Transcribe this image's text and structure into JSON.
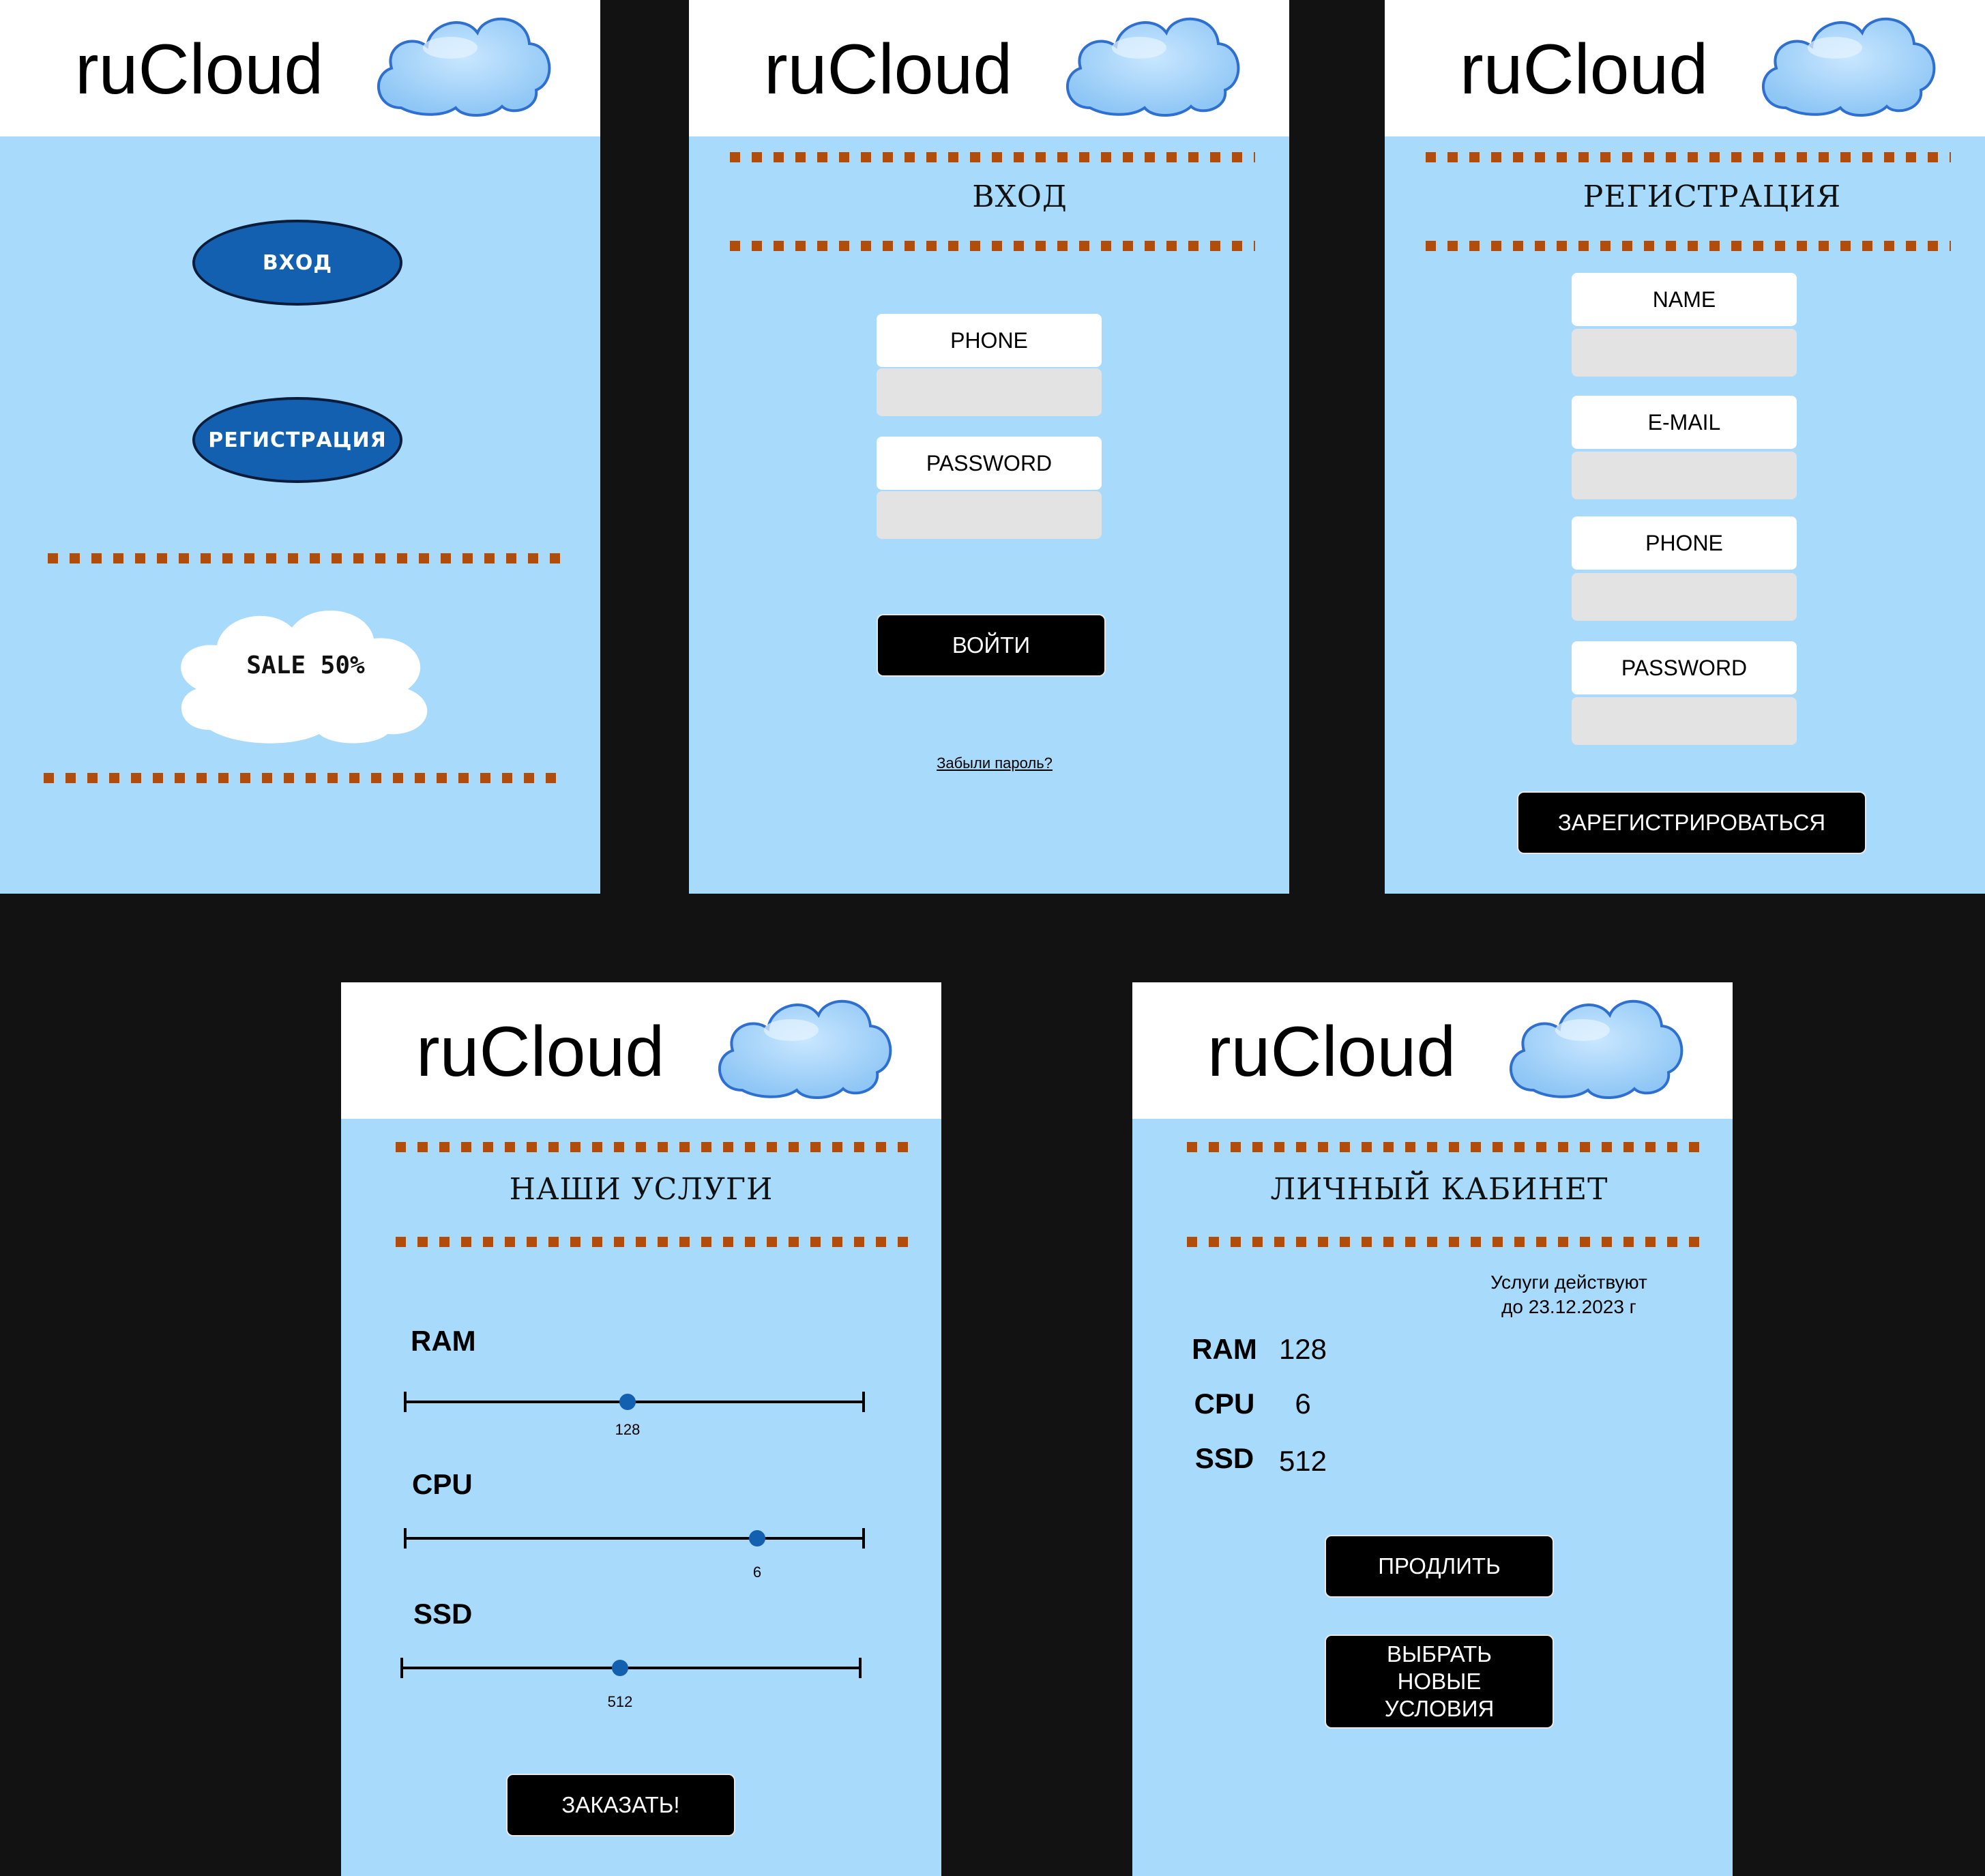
{
  "brand": "ruCloud",
  "colors": {
    "sky": "#a8dafc",
    "brand_blue": "#1460b0",
    "dots": "#b04d0c",
    "input_bg": "#e3e3e3"
  },
  "screen_welcome": {
    "login_button": "ВХОД",
    "register_button": "РЕГИСТРАЦИЯ",
    "promo": "SALE 50%"
  },
  "screen_login": {
    "title": "ВХОД",
    "fields": [
      {
        "label": "PHONE",
        "value": ""
      },
      {
        "label": "PASSWORD",
        "value": ""
      }
    ],
    "submit": "ВОЙТИ",
    "forgot": "Забыли пароль?"
  },
  "screen_register": {
    "title": "РЕГИСТРАЦИЯ",
    "fields": [
      {
        "label": "NAME",
        "value": ""
      },
      {
        "label": "E-MAIL",
        "value": ""
      },
      {
        "label": "PHONE",
        "value": ""
      },
      {
        "label": "PASSWORD",
        "value": ""
      }
    ],
    "submit": "ЗАРЕГИСТРИРОВАТЬСЯ"
  },
  "screen_services": {
    "title": "НАШИ УСЛУГИ",
    "sliders": [
      {
        "label": "RAM",
        "value": "128",
        "position": 0.48
      },
      {
        "label": "CPU",
        "value": "6",
        "position": 0.77
      },
      {
        "label": "SSD",
        "value": "512",
        "position": 0.47
      }
    ],
    "order_button": "ЗАКАЗАТЬ!"
  },
  "screen_account": {
    "title": "ЛИЧНЫЙ КАБИНЕТ",
    "valid_line1": "Услуги действуют",
    "valid_line2": "до 23.12.2023 г",
    "specs": [
      {
        "key": "RAM",
        "value": "128"
      },
      {
        "key": "CPU",
        "value": "6"
      },
      {
        "key": "SSD",
        "value": "512"
      }
    ],
    "renew_button": "ПРОДЛИТЬ",
    "new_terms_button": "ВЫБРАТЬ НОВЫЕ УСЛОВИЯ"
  }
}
